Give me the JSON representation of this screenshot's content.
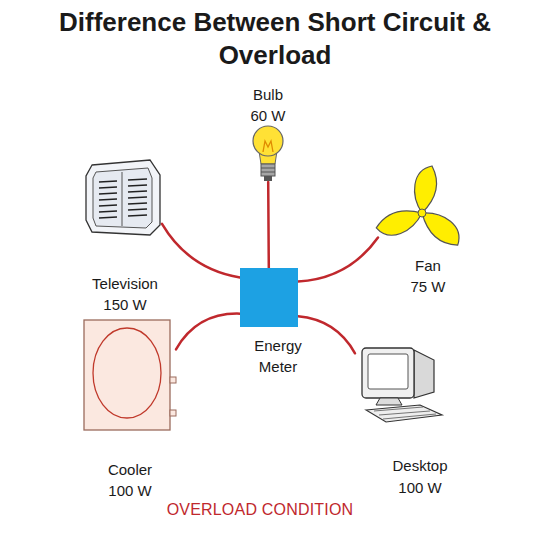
{
  "diagram": {
    "title": "Difference Between Short Circuit & Overload",
    "caption": "OVERLOAD CONDITION",
    "nodes": [
      {
        "text": [
          "Bulb",
          "60 W"
        ]
      },
      {
        "text": [
          "Television",
          "150 W"
        ]
      },
      {
        "text": [
          "Fan",
          "75 W"
        ]
      },
      {
        "text": [
          "Energy Meter"
        ]
      },
      {
        "text": [
          "Cooler",
          "100 W"
        ]
      },
      {
        "text": [
          "Desktop",
          "100 W"
        ]
      }
    ],
    "edges": [
      {
        "from": 3,
        "to": 0,
        "arrow": "none"
      },
      {
        "from": 3,
        "to": 1,
        "arrow": "none"
      },
      {
        "from": 3,
        "to": 2,
        "arrow": "none"
      },
      {
        "from": 3,
        "to": 4,
        "arrow": "none"
      },
      {
        "from": 3,
        "to": 5,
        "arrow": "none"
      }
    ]
  }
}
